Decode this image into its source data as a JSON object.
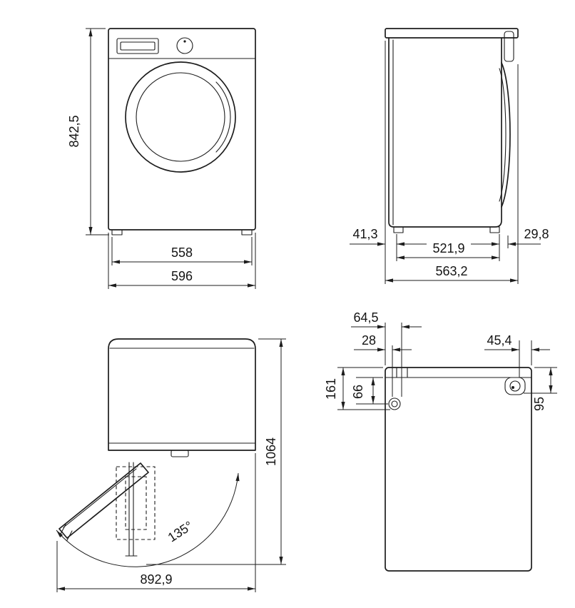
{
  "drawing": {
    "line_color": "#1d1d1d",
    "front_view": {
      "height": "842,5",
      "feet_width": "558",
      "width": "596"
    },
    "side_view": {
      "rear_gap": "41,3",
      "front_gap": "29,8",
      "feet_depth": "521,9",
      "depth": "563,2"
    },
    "open_door_view": {
      "total_height": "1064",
      "door_angle": "135°",
      "total_depth": "892,9"
    },
    "top_view": {
      "hose_offset": "64,5",
      "cord_offset": "28",
      "valve_offset": "45,4",
      "hose_depth": "161",
      "cord_depth": "66",
      "valve_depth": "95"
    }
  }
}
